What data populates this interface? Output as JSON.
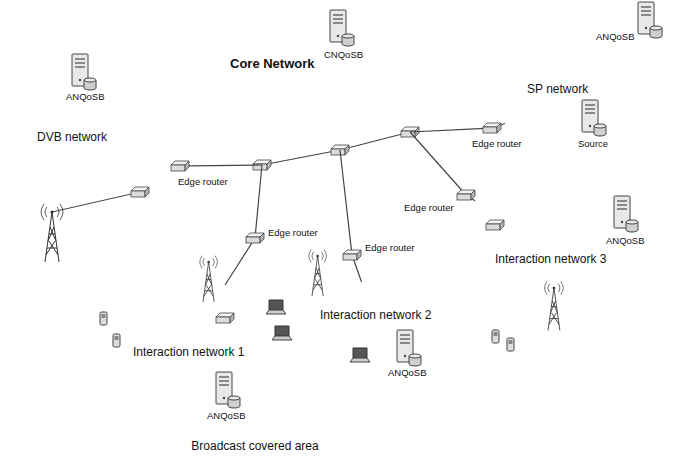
{
  "diagram": {
    "nodes": [
      {
        "text": [
          "DVB network"
        ]
      },
      {
        "text": [
          "Core Network"
        ]
      },
      {
        "text": [
          "SP network"
        ]
      },
      {
        "text": [
          "Broadcast covered area"
        ]
      },
      {
        "text": [
          "Interaction network 1"
        ],
        "in": 3
      },
      {
        "text": [
          "Interaction network 2"
        ],
        "in": 3
      },
      {
        "text": [
          "Interaction network 3"
        ]
      }
    ],
    "edges": [
      {
        "from": 1,
        "to": 0,
        "arrow": "none"
      },
      {
        "from": 1,
        "to": 2,
        "arrow": "none"
      },
      {
        "from": 1,
        "to": 4,
        "arrow": "none"
      },
      {
        "from": 1,
        "to": 5,
        "arrow": "none"
      },
      {
        "from": 1,
        "to": 6,
        "arrow": "none"
      }
    ],
    "labels": [
      "CNQoSB",
      "ANQoSB",
      "Source",
      "ANQoSB",
      "Edge router",
      "Edge router",
      "Edge router",
      "Edge router",
      "Edge router",
      "ANQoSB",
      "ANQoSB",
      "ANQoSB"
    ]
  }
}
